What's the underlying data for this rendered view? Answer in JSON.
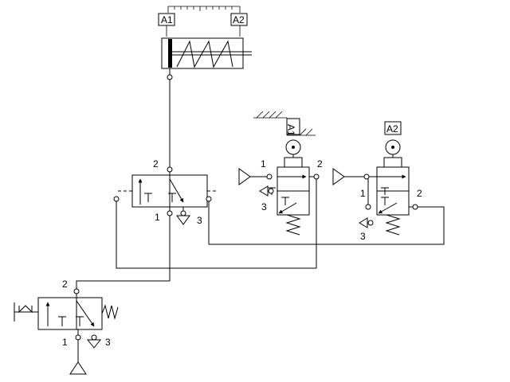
{
  "cylinder": {
    "scale_label_left": "A1",
    "scale_label_right": "A2"
  },
  "main_valve": {
    "port_2": "2",
    "port_1": "1",
    "port_3": "3"
  },
  "limit_valve_a1": {
    "tag": "A1",
    "port_1": "1",
    "port_2": "2",
    "port_3": "3"
  },
  "limit_valve_a2": {
    "tag": "A2",
    "port_1": "1",
    "port_2": "2",
    "port_3": "3"
  },
  "start_valve": {
    "port_2": "2",
    "port_1": "1",
    "port_3": "3"
  }
}
